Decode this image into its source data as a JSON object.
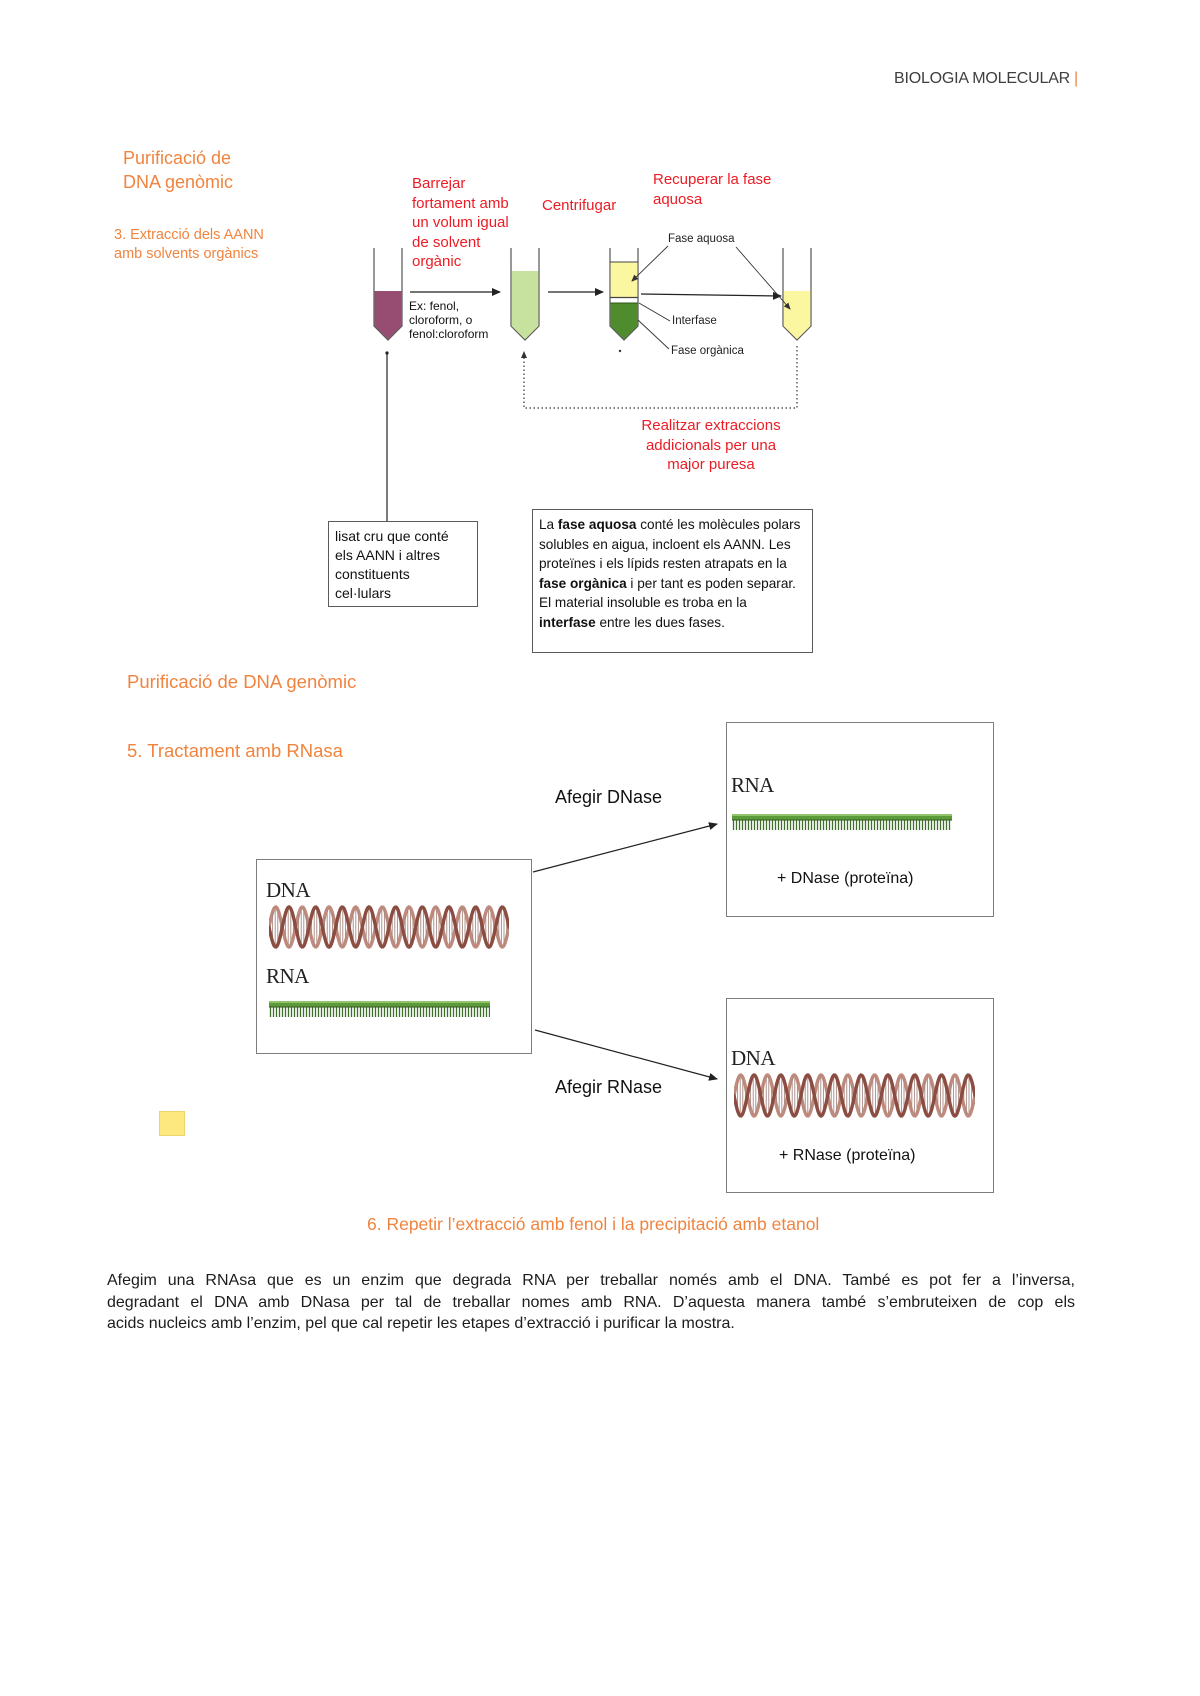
{
  "header": {
    "title": "BIOLOGIA MOLECULAR",
    "separator": "|"
  },
  "colors": {
    "heading": "#f0843f",
    "label_red": "#ec1c24",
    "lysate_purple": "#974d72",
    "mixture_green": "#c7e19f",
    "aqueous_yellow": "#fbf6a0",
    "organic_green": "#4f8c2e",
    "dna_strand": "#8b4c42",
    "dna_strand_light": "#c08a7d",
    "rna_green": "#5d9b3a",
    "note_yellow": "#fde77f"
  },
  "extraction": {
    "title_lines": [
      "Purificació de",
      "DNA genòmic"
    ],
    "step_lines": [
      "3. Extracció dels AANN",
      "amb solvents orgànics"
    ],
    "mix_label": [
      "Barrejar",
      "fortament amb",
      "un volum igual",
      "de solvent",
      "orgànic"
    ],
    "centrifuge_label": "Centrifugar",
    "recover_label": [
      "Recuperar la fase",
      "aquosa"
    ],
    "solvent_example": [
      "Ex: fenol,",
      "cloroform, o",
      "fenol:cloroform"
    ],
    "phase_labels": {
      "aqueous": "Fase aquosa",
      "interphase": "Interfase",
      "organic": "Fase orgànica"
    },
    "repeat_label": [
      "Realitzar extraccions",
      "addicionals per una",
      "major puresa"
    ],
    "lysate_box": [
      "lisat cru que conté",
      "els AANN i altres",
      "constituents",
      "cel·lulars"
    ],
    "info_box": [
      "La ",
      "fase aquosa",
      " conté les molècules polars solubles en aigua, incloent els AANN. Les proteïnes i els lípids resten atrapats en la ",
      "fase orgànica",
      " i per tant es poden separar. El material insoluble es troba en la ",
      "interfase",
      " entre les dues fases."
    ]
  },
  "rnase_treatment": {
    "title": "Purificació de DNA genòmic",
    "step": "5. Tractament amb RNasa",
    "add_dnase_label": "Afegir DNase",
    "add_rnase_label": "Afegir RNase",
    "start_box": {
      "dna_label": "DNA",
      "rna_label": "RNA"
    },
    "dnase_result": {
      "rna_label": "RNA",
      "caption": "+ DNase (proteïna)"
    },
    "rnase_result": {
      "dna_label": "DNA",
      "caption": "+ RNase (proteïna)"
    },
    "step6": "6. Repetir l’extracció amb fenol i la precipitació amb etanol",
    "explanation_lines": [
      "Afegim una RNAsa que es un enzim que degrada RNA per treballar només amb el DNA. També es pot fer a l’inversa,",
      "degradant el DNA amb DNasa per tal de treballar nomes amb RNA. D’aquesta manera també s’embruteixen de cop els",
      "acids nucleics amb l’enzim, pel que cal repetir les etapes d’extracció i purificar la mostra."
    ]
  }
}
